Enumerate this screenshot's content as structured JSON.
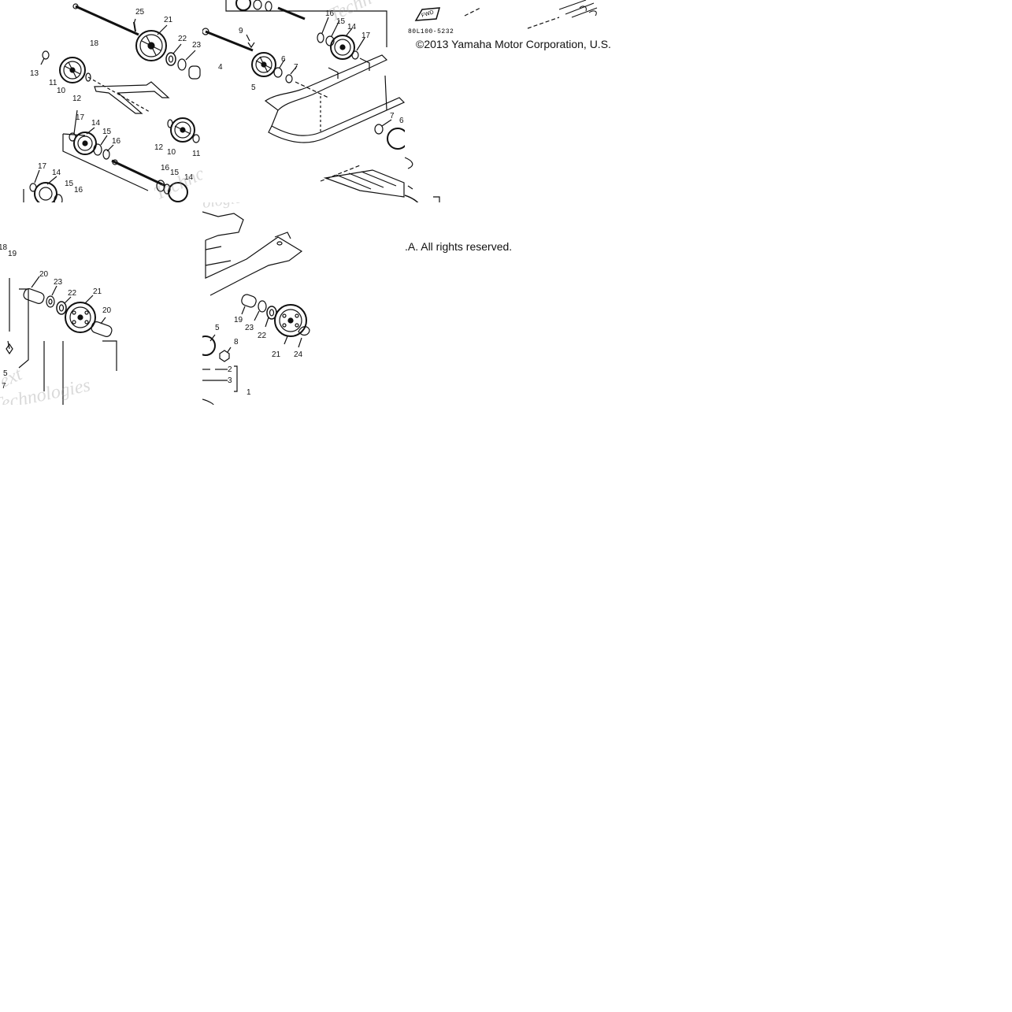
{
  "diagram_code": "80L100-5232",
  "copyright_part_1": "©2013 Yamaha Motor Corporation, U.S.",
  "copyright_part_2": ".A. All rights reserved.",
  "front_arrow_label": "FWD",
  "watermark_words": [
    "Techn",
    "Technologies",
    "ext",
    "ologies",
    "Technologie"
  ],
  "callouts_tl": [
    "25",
    "21",
    "18",
    "22",
    "23",
    "13",
    "11",
    "10",
    "12",
    "17",
    "14",
    "15",
    "16",
    "10",
    "12",
    "11",
    "17",
    "14",
    "15",
    "16",
    "16",
    "14",
    "15"
  ],
  "callouts_tm": [
    "9",
    "4",
    "6",
    "7",
    "5",
    "16",
    "15",
    "14",
    "17",
    "7",
    "6"
  ],
  "callouts_ml": [
    "18",
    "19",
    "20",
    "23",
    "22",
    "21",
    "20",
    "5",
    "7"
  ],
  "callouts_mm": [
    "19",
    "23",
    "22",
    "21",
    "24",
    "5",
    "8",
    "2",
    "3",
    "1"
  ]
}
